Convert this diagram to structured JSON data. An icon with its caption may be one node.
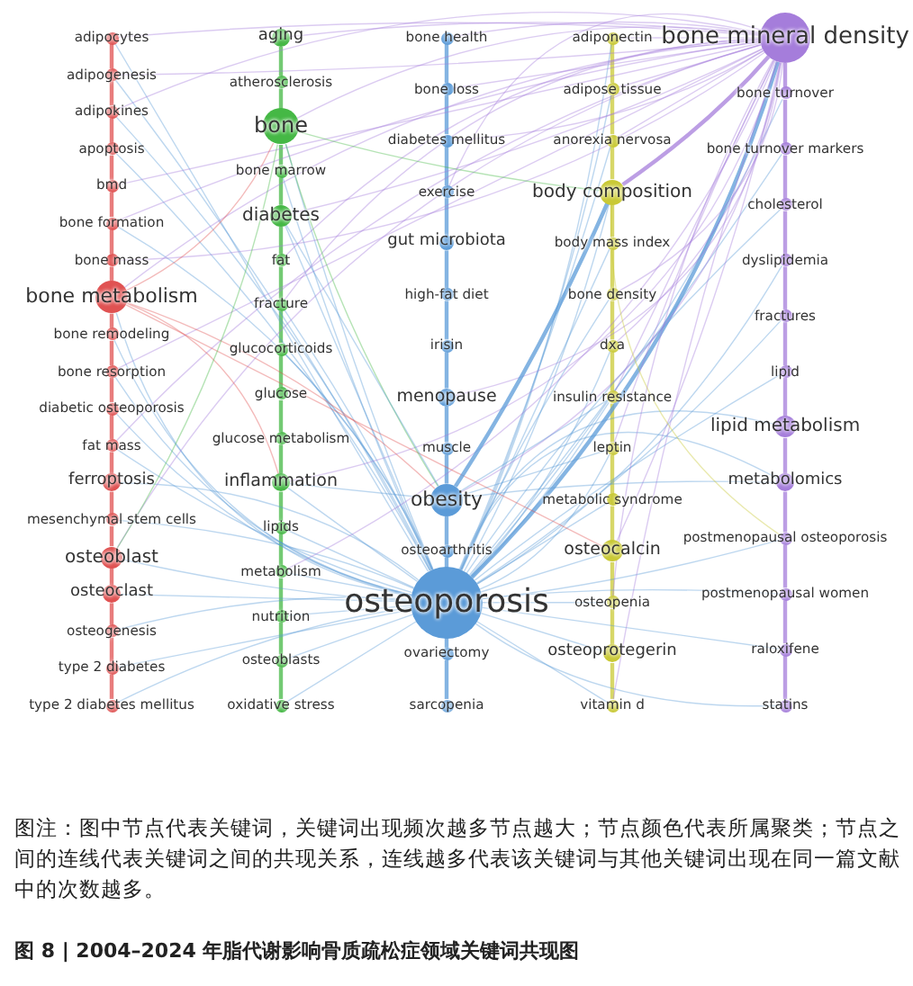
{
  "diagram": {
    "title": "图 8 | 2004–2024 年脂代谢影响骨质疏松症领域关键词共现图",
    "caption": "图注：图中节点代表关键词，关键词出现频次越多节点越大；节点颜色代表所属聚类；节点之间的连线代表关键词之间的共现关系，连线越多代表该关键词与其他关键词出现在同一篇文献中的次数越多。",
    "nodes": [
      {
        "text": [
          "adipocytes"
        ]
      },
      {
        "text": [
          "adipogenesis"
        ]
      },
      {
        "text": [
          "adipokines"
        ]
      },
      {
        "text": [
          "apoptosis"
        ]
      },
      {
        "text": [
          "bmd"
        ]
      },
      {
        "text": [
          "bone formation"
        ]
      },
      {
        "text": [
          "bone mass"
        ]
      },
      {
        "text": [
          "bone metabolism"
        ]
      },
      {
        "text": [
          "bone remodeling"
        ]
      },
      {
        "text": [
          "bone resorption"
        ]
      },
      {
        "text": [
          "diabetic osteoporosis"
        ]
      },
      {
        "text": [
          "fat mass"
        ]
      },
      {
        "text": [
          "ferroptosis"
        ]
      },
      {
        "text": [
          "mesenchymal stem cells"
        ]
      },
      {
        "text": [
          "osteoblast"
        ]
      },
      {
        "text": [
          "osteoclast"
        ]
      },
      {
        "text": [
          "osteogenesis"
        ]
      },
      {
        "text": [
          "type 2 diabetes"
        ]
      },
      {
        "text": [
          "type 2 diabetes mellitus"
        ]
      },
      {
        "text": [
          "aging"
        ]
      },
      {
        "text": [
          "atherosclerosis"
        ]
      },
      {
        "text": [
          "bone"
        ]
      },
      {
        "text": [
          "bone marrow"
        ]
      },
      {
        "text": [
          "diabetes"
        ]
      },
      {
        "text": [
          "fat"
        ]
      },
      {
        "text": [
          "fracture"
        ]
      },
      {
        "text": [
          "glucocorticoids"
        ]
      },
      {
        "text": [
          "glucose"
        ]
      },
      {
        "text": [
          "glucose metabolism"
        ]
      },
      {
        "text": [
          "inflammation"
        ]
      },
      {
        "text": [
          "lipids"
        ]
      },
      {
        "text": [
          "metabolism"
        ]
      },
      {
        "text": [
          "nutrition"
        ]
      },
      {
        "text": [
          "osteoblasts"
        ]
      },
      {
        "text": [
          "oxidative stress"
        ]
      },
      {
        "text": [
          "bone health"
        ]
      },
      {
        "text": [
          "bone loss"
        ]
      },
      {
        "text": [
          "diabetes mellitus"
        ]
      },
      {
        "text": [
          "exercise"
        ]
      },
      {
        "text": [
          "gut microbiota"
        ]
      },
      {
        "text": [
          "high-fat diet"
        ]
      },
      {
        "text": [
          "irisin"
        ]
      },
      {
        "text": [
          "menopause"
        ]
      },
      {
        "text": [
          "muscle"
        ]
      },
      {
        "text": [
          "obesity"
        ]
      },
      {
        "text": [
          "osteoarthritis"
        ]
      },
      {
        "text": [
          "osteoporosis"
        ]
      },
      {
        "text": [
          "ovariectomy"
        ]
      },
      {
        "text": [
          "sarcopenia"
        ]
      },
      {
        "text": [
          "adiponectin"
        ]
      },
      {
        "text": [
          "adipose tissue"
        ]
      },
      {
        "text": [
          "anorexia nervosa"
        ]
      },
      {
        "text": [
          "body composition"
        ]
      },
      {
        "text": [
          "body mass index"
        ]
      },
      {
        "text": [
          "bone density"
        ]
      },
      {
        "text": [
          "dxa"
        ]
      },
      {
        "text": [
          "insulin resistance"
        ]
      },
      {
        "text": [
          "leptin"
        ]
      },
      {
        "text": [
          "metabolic syndrome"
        ]
      },
      {
        "text": [
          "osteocalcin"
        ]
      },
      {
        "text": [
          "osteopenia"
        ]
      },
      {
        "text": [
          "osteoprotegerin"
        ]
      },
      {
        "text": [
          "vitamin d"
        ]
      },
      {
        "text": [
          "bone mineral density"
        ]
      },
      {
        "text": [
          "bone turnover"
        ]
      },
      {
        "text": [
          "bone turnover markers"
        ]
      },
      {
        "text": [
          "cholesterol"
        ]
      },
      {
        "text": [
          "dyslipidemia"
        ]
      },
      {
        "text": [
          "fractures"
        ]
      },
      {
        "text": [
          "lipid"
        ]
      },
      {
        "text": [
          "lipid metabolism"
        ]
      },
      {
        "text": [
          "metabolomics"
        ]
      },
      {
        "text": [
          "postmenopausal osteoporosis"
        ]
      },
      {
        "text": [
          "postmenopausal women"
        ]
      },
      {
        "text": [
          "raloxifene"
        ]
      },
      {
        "text": [
          "statins"
        ]
      }
    ],
    "edges": [
      {
        "from": 0,
        "to": 1,
        "arrow": "none",
        "style": "thick",
        "color": "#e05252"
      },
      {
        "from": 1,
        "to": 2,
        "arrow": "none",
        "style": "thick",
        "color": "#e05252"
      },
      {
        "from": 2,
        "to": 3,
        "arrow": "none",
        "style": "thick",
        "color": "#e05252"
      },
      {
        "from": 3,
        "to": 4,
        "arrow": "none",
        "style": "thick",
        "color": "#e05252"
      },
      {
        "from": 4,
        "to": 5,
        "arrow": "none",
        "style": "thick",
        "color": "#e05252"
      },
      {
        "from": 5,
        "to": 6,
        "arrow": "none",
        "style": "thick",
        "color": "#e05252"
      },
      {
        "from": 6,
        "to": 7,
        "arrow": "none",
        "style": "thick",
        "color": "#e05252"
      },
      {
        "from": 7,
        "to": 8,
        "arrow": "none",
        "style": "thick",
        "color": "#e05252"
      },
      {
        "from": 8,
        "to": 9,
        "arrow": "none",
        "style": "thick",
        "color": "#e05252"
      },
      {
        "from": 9,
        "to": 10,
        "arrow": "none",
        "style": "thick",
        "color": "#e05252"
      },
      {
        "from": 10,
        "to": 11,
        "arrow": "none",
        "style": "thick",
        "color": "#e05252"
      },
      {
        "from": 11,
        "to": 12,
        "arrow": "none",
        "style": "thick",
        "color": "#e05252"
      },
      {
        "from": 12,
        "to": 13,
        "arrow": "none",
        "style": "thick",
        "color": "#e05252"
      },
      {
        "from": 13,
        "to": 14,
        "arrow": "none",
        "style": "thick",
        "color": "#e05252"
      },
      {
        "from": 14,
        "to": 15,
        "arrow": "none",
        "style": "thick",
        "color": "#e05252"
      },
      {
        "from": 15,
        "to": 16,
        "arrow": "none",
        "style": "thick",
        "color": "#e05252"
      },
      {
        "from": 16,
        "to": 17,
        "arrow": "none",
        "style": "thick",
        "color": "#e05252"
      },
      {
        "from": 17,
        "to": 18,
        "arrow": "none",
        "style": "thick",
        "color": "#e05252"
      },
      {
        "from": 19,
        "to": 20,
        "arrow": "none",
        "style": "thick",
        "color": "#45b845"
      },
      {
        "from": 20,
        "to": 21,
        "arrow": "none",
        "style": "thick",
        "color": "#45b845"
      },
      {
        "from": 21,
        "to": 22,
        "arrow": "none",
        "style": "thick",
        "color": "#45b845"
      },
      {
        "from": 22,
        "to": 23,
        "arrow": "none",
        "style": "thick",
        "color": "#45b845"
      },
      {
        "from": 23,
        "to": 24,
        "arrow": "none",
        "style": "thick",
        "color": "#45b845"
      },
      {
        "from": 24,
        "to": 25,
        "arrow": "none",
        "style": "thick",
        "color": "#45b845"
      },
      {
        "from": 25,
        "to": 26,
        "arrow": "none",
        "style": "thick",
        "color": "#45b845"
      },
      {
        "from": 26,
        "to": 27,
        "arrow": "none",
        "style": "thick",
        "color": "#45b845"
      },
      {
        "from": 27,
        "to": 28,
        "arrow": "none",
        "style": "thick",
        "color": "#45b845"
      },
      {
        "from": 28,
        "to": 29,
        "arrow": "none",
        "style": "thick",
        "color": "#45b845"
      },
      {
        "from": 29,
        "to": 30,
        "arrow": "none",
        "style": "thick",
        "color": "#45b845"
      },
      {
        "from": 30,
        "to": 31,
        "arrow": "none",
        "style": "thick",
        "color": "#45b845"
      },
      {
        "from": 31,
        "to": 32,
        "arrow": "none",
        "style": "thick",
        "color": "#45b845"
      },
      {
        "from": 32,
        "to": 33,
        "arrow": "none",
        "style": "thick",
        "color": "#45b845"
      },
      {
        "from": 33,
        "to": 34,
        "arrow": "none",
        "style": "thick",
        "color": "#45b845"
      },
      {
        "from": 35,
        "to": 36,
        "arrow": "none",
        "style": "thick"
      },
      {
        "from": 36,
        "to": 37,
        "arrow": "none",
        "style": "thick"
      },
      {
        "from": 37,
        "to": 38,
        "arrow": "none",
        "style": "thick"
      },
      {
        "from": 38,
        "to": 39,
        "arrow": "none",
        "style": "thick"
      },
      {
        "from": 39,
        "to": 40,
        "arrow": "none",
        "style": "thick"
      },
      {
        "from": 40,
        "to": 41,
        "arrow": "none",
        "style": "thick"
      },
      {
        "from": 41,
        "to": 42,
        "arrow": "none",
        "style": "thick"
      },
      {
        "from": 42,
        "to": 43,
        "arrow": "none",
        "style": "thick"
      },
      {
        "from": 43,
        "to": 44,
        "arrow": "none",
        "style": "thick"
      },
      {
        "from": 44,
        "to": 45,
        "arrow": "none",
        "style": "thick"
      },
      {
        "from": 45,
        "to": 46,
        "arrow": "none",
        "style": "thick"
      },
      {
        "from": 46,
        "to": 47,
        "arrow": "none",
        "style": "thick"
      },
      {
        "from": 47,
        "to": 48,
        "arrow": "none",
        "style": "thick"
      },
      {
        "from": 49,
        "to": 50,
        "arrow": "none",
        "style": "thick",
        "color": "#c9c935"
      },
      {
        "from": 50,
        "to": 51,
        "arrow": "none",
        "style": "thick",
        "color": "#c9c935"
      },
      {
        "from": 51,
        "to": 52,
        "arrow": "none",
        "style": "thick",
        "color": "#c9c935"
      },
      {
        "from": 52,
        "to": 53,
        "arrow": "none",
        "style": "thick",
        "color": "#c9c935"
      },
      {
        "from": 53,
        "to": 54,
        "arrow": "none",
        "style": "thick",
        "color": "#c9c935"
      },
      {
        "from": 54,
        "to": 55,
        "arrow": "none",
        "style": "thick",
        "color": "#c9c935"
      },
      {
        "from": 55,
        "to": 56,
        "arrow": "none",
        "style": "thick",
        "color": "#c9c935"
      },
      {
        "from": 56,
        "to": 57,
        "arrow": "none",
        "style": "thick",
        "color": "#c9c935"
      },
      {
        "from": 57,
        "to": 58,
        "arrow": "none",
        "style": "thick",
        "color": "#c9c935"
      },
      {
        "from": 58,
        "to": 59,
        "arrow": "none",
        "style": "thick",
        "color": "#c9c935"
      },
      {
        "from": 59,
        "to": 60,
        "arrow": "none",
        "style": "thick",
        "color": "#c9c935"
      },
      {
        "from": 60,
        "to": 61,
        "arrow": "none",
        "style": "thick",
        "color": "#c9c935"
      },
      {
        "from": 61,
        "to": 62,
        "arrow": "none",
        "style": "thick",
        "color": "#c9c935"
      },
      {
        "from": 63,
        "to": 64,
        "arrow": "none",
        "style": "thick",
        "color": "#a57ddb"
      },
      {
        "from": 64,
        "to": 65,
        "arrow": "none",
        "style": "thick",
        "color": "#a57ddb"
      },
      {
        "from": 65,
        "to": 66,
        "arrow": "none",
        "style": "thick",
        "color": "#a57ddb"
      },
      {
        "from": 66,
        "to": 67,
        "arrow": "none",
        "style": "thick",
        "color": "#a57ddb"
      },
      {
        "from": 67,
        "to": 68,
        "arrow": "none",
        "style": "thick",
        "color": "#a57ddb"
      },
      {
        "from": 68,
        "to": 69,
        "arrow": "none",
        "style": "thick",
        "color": "#a57ddb"
      },
      {
        "from": 69,
        "to": 70,
        "arrow": "none",
        "style": "thick",
        "color": "#a57ddb"
      },
      {
        "from": 70,
        "to": 71,
        "arrow": "none",
        "style": "thick",
        "color": "#a57ddb"
      },
      {
        "from": 71,
        "to": 72,
        "arrow": "none",
        "style": "thick",
        "color": "#a57ddb"
      },
      {
        "from": 72,
        "to": 73,
        "arrow": "none",
        "style": "thick",
        "color": "#a57ddb"
      },
      {
        "from": 73,
        "to": 74,
        "arrow": "none",
        "style": "thick",
        "color": "#a57ddb"
      },
      {
        "from": 74,
        "to": 75,
        "arrow": "none",
        "style": "thick",
        "color": "#a57ddb"
      },
      {
        "from": 46,
        "to": 0,
        "arrow": "none"
      },
      {
        "from": 46,
        "to": 1,
        "arrow": "none"
      },
      {
        "from": 46,
        "to": 2,
        "arrow": "none"
      },
      {
        "from": 46,
        "to": 3,
        "arrow": "none"
      },
      {
        "from": 46,
        "to": 5,
        "arrow": "none"
      },
      {
        "from": 46,
        "to": 7,
        "arrow": "none"
      },
      {
        "from": 46,
        "to": 8,
        "arrow": "none"
      },
      {
        "from": 46,
        "to": 9,
        "arrow": "none"
      },
      {
        "from": 46,
        "to": 10,
        "arrow": "none"
      },
      {
        "from": 46,
        "to": 11,
        "arrow": "none"
      },
      {
        "from": 46,
        "to": 12,
        "arrow": "none"
      },
      {
        "from": 46,
        "to": 13,
        "arrow": "none"
      },
      {
        "from": 46,
        "to": 14,
        "arrow": "none"
      },
      {
        "from": 46,
        "to": 15,
        "arrow": "none"
      },
      {
        "from": 46,
        "to": 16,
        "arrow": "none"
      },
      {
        "from": 46,
        "to": 17,
        "arrow": "none"
      },
      {
        "from": 46,
        "to": 18,
        "arrow": "none"
      },
      {
        "from": 46,
        "to": 21,
        "arrow": "none"
      },
      {
        "from": 46,
        "to": 22,
        "arrow": "none"
      },
      {
        "from": 46,
        "to": 23,
        "arrow": "none"
      },
      {
        "from": 46,
        "to": 25,
        "arrow": "none"
      },
      {
        "from": 46,
        "to": 26,
        "arrow": "none"
      },
      {
        "from": 46,
        "to": 29,
        "arrow": "none"
      },
      {
        "from": 46,
        "to": 30,
        "arrow": "none"
      },
      {
        "from": 46,
        "to": 31,
        "arrow": "none"
      },
      {
        "from": 46,
        "to": 32,
        "arrow": "none"
      },
      {
        "from": 46,
        "to": 33,
        "arrow": "none"
      },
      {
        "from": 46,
        "to": 34,
        "arrow": "none"
      },
      {
        "from": 46,
        "to": 49,
        "arrow": "none"
      },
      {
        "from": 46,
        "to": 50,
        "arrow": "none"
      },
      {
        "from": 46,
        "to": 51,
        "arrow": "none"
      },
      {
        "from": 46,
        "to": 52,
        "arrow": "none"
      },
      {
        "from": 46,
        "to": 53,
        "arrow": "none"
      },
      {
        "from": 46,
        "to": 54,
        "arrow": "none"
      },
      {
        "from": 46,
        "to": 55,
        "arrow": "none"
      },
      {
        "from": 46,
        "to": 56,
        "arrow": "none"
      },
      {
        "from": 46,
        "to": 57,
        "arrow": "none"
      },
      {
        "from": 46,
        "to": 58,
        "arrow": "none"
      },
      {
        "from": 46,
        "to": 59,
        "arrow": "none"
      },
      {
        "from": 46,
        "to": 60,
        "arrow": "none"
      },
      {
        "from": 46,
        "to": 61,
        "arrow": "none"
      },
      {
        "from": 46,
        "to": 62,
        "arrow": "none"
      },
      {
        "from": 46,
        "to": 63,
        "arrow": "none",
        "style": "thick"
      },
      {
        "from": 46,
        "to": 64,
        "arrow": "none"
      },
      {
        "from": 46,
        "to": 65,
        "arrow": "none"
      },
      {
        "from": 46,
        "to": 66,
        "arrow": "none"
      },
      {
        "from": 46,
        "to": 67,
        "arrow": "none"
      },
      {
        "from": 46,
        "to": 68,
        "arrow": "none"
      },
      {
        "from": 46,
        "to": 69,
        "arrow": "none"
      },
      {
        "from": 46,
        "to": 70,
        "arrow": "none"
      },
      {
        "from": 46,
        "to": 71,
        "arrow": "none"
      },
      {
        "from": 46,
        "to": 72,
        "arrow": "none"
      },
      {
        "from": 46,
        "to": 73,
        "arrow": "none"
      },
      {
        "from": 46,
        "to": 74,
        "arrow": "none"
      },
      {
        "from": 46,
        "to": 75,
        "arrow": "none"
      },
      {
        "from": 63,
        "to": 0,
        "arrow": "none",
        "color": "#a57ddb"
      },
      {
        "from": 63,
        "to": 1,
        "arrow": "none",
        "color": "#a57ddb"
      },
      {
        "from": 63,
        "to": 2,
        "arrow": "none",
        "color": "#a57ddb"
      },
      {
        "from": 63,
        "to": 4,
        "arrow": "none",
        "color": "#a57ddb"
      },
      {
        "from": 63,
        "to": 5,
        "arrow": "none",
        "color": "#a57ddb"
      },
      {
        "from": 63,
        "to": 6,
        "arrow": "none",
        "color": "#a57ddb"
      },
      {
        "from": 63,
        "to": 7,
        "arrow": "none",
        "color": "#a57ddb"
      },
      {
        "from": 63,
        "to": 9,
        "arrow": "none",
        "color": "#a57ddb"
      },
      {
        "from": 63,
        "to": 11,
        "arrow": "none",
        "color": "#a57ddb"
      },
      {
        "from": 63,
        "to": 14,
        "arrow": "none",
        "color": "#a57ddb"
      },
      {
        "from": 63,
        "to": 19,
        "arrow": "none",
        "color": "#a57ddb"
      },
      {
        "from": 63,
        "to": 21,
        "arrow": "none",
        "color": "#a57ddb"
      },
      {
        "from": 63,
        "to": 23,
        "arrow": "none",
        "color": "#a57ddb"
      },
      {
        "from": 63,
        "to": 24,
        "arrow": "none",
        "color": "#a57ddb"
      },
      {
        "from": 63,
        "to": 25,
        "arrow": "none",
        "color": "#a57ddb"
      },
      {
        "from": 63,
        "to": 29,
        "arrow": "none",
        "color": "#a57ddb"
      },
      {
        "from": 63,
        "to": 31,
        "arrow": "none",
        "color": "#a57ddb"
      },
      {
        "from": 63,
        "to": 35,
        "arrow": "none",
        "color": "#a57ddb"
      },
      {
        "from": 63,
        "to": 36,
        "arrow": "none",
        "color": "#a57ddb"
      },
      {
        "from": 63,
        "to": 37,
        "arrow": "none",
        "color": "#a57ddb"
      },
      {
        "from": 63,
        "to": 38,
        "arrow": "none",
        "color": "#a57ddb"
      },
      {
        "from": 63,
        "to": 42,
        "arrow": "none",
        "color": "#a57ddb"
      },
      {
        "from": 63,
        "to": 44,
        "arrow": "none",
        "color": "#a57ddb"
      },
      {
        "from": 63,
        "to": 49,
        "arrow": "none",
        "color": "#a57ddb"
      },
      {
        "from": 63,
        "to": 50,
        "arrow": "none",
        "color": "#a57ddb"
      },
      {
        "from": 63,
        "to": 51,
        "arrow": "none",
        "color": "#a57ddb"
      },
      {
        "from": 63,
        "to": 52,
        "arrow": "none",
        "style": "thick",
        "color": "#a57ddb"
      },
      {
        "from": 63,
        "to": 54,
        "arrow": "none",
        "color": "#a57ddb"
      },
      {
        "from": 63,
        "to": 55,
        "arrow": "none",
        "color": "#a57ddb"
      },
      {
        "from": 63,
        "to": 56,
        "arrow": "none",
        "color": "#a57ddb"
      },
      {
        "from": 63,
        "to": 57,
        "arrow": "none",
        "color": "#a57ddb"
      },
      {
        "from": 63,
        "to": 59,
        "arrow": "none",
        "color": "#a57ddb"
      },
      {
        "from": 63,
        "to": 60,
        "arrow": "none",
        "color": "#a57ddb"
      },
      {
        "from": 63,
        "to": 62,
        "arrow": "none",
        "color": "#a57ddb"
      },
      {
        "from": 7,
        "to": 21,
        "arrow": "none",
        "color": "#e05252"
      },
      {
        "from": 7,
        "to": 29,
        "arrow": "none",
        "color": "#e05252"
      },
      {
        "from": 7,
        "to": 44,
        "arrow": "none",
        "color": "#e05252"
      },
      {
        "from": 7,
        "to": 59,
        "arrow": "none",
        "color": "#e05252"
      },
      {
        "from": 21,
        "to": 44,
        "arrow": "none",
        "color": "#45b845"
      },
      {
        "from": 21,
        "to": 14,
        "arrow": "none",
        "color": "#45b845"
      },
      {
        "from": 21,
        "to": 52,
        "arrow": "none",
        "color": "#45b845"
      },
      {
        "from": 44,
        "to": 52,
        "arrow": "none",
        "style": "thick"
      },
      {
        "from": 44,
        "to": 57,
        "arrow": "none"
      },
      {
        "from": 44,
        "to": 56,
        "arrow": "none"
      },
      {
        "from": 44,
        "to": 23,
        "arrow": "none"
      },
      {
        "from": 44,
        "to": 29,
        "arrow": "none"
      },
      {
        "from": 44,
        "to": 71,
        "arrow": "none"
      },
      {
        "from": 52,
        "to": 72,
        "arrow": "none",
        "color": "#c9c935"
      }
    ]
  }
}
